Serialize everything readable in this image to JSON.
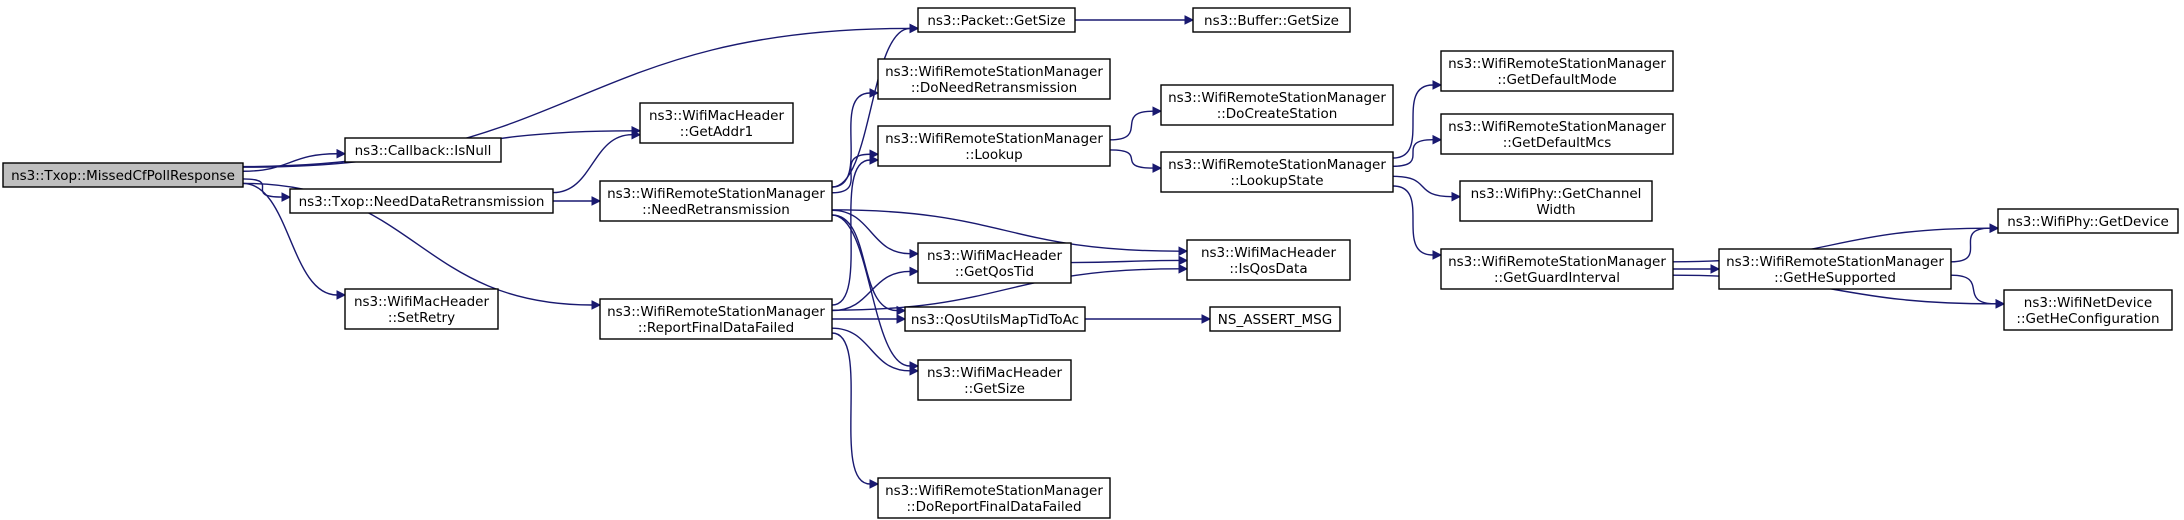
{
  "nodes": [
    {
      "id": "missed",
      "lines": [
        "ns3::Txop::MissedCfPollResponse"
      ],
      "root": true
    },
    {
      "id": "getsize",
      "lines": [
        "ns3::Packet::GetSize"
      ]
    },
    {
      "id": "bufsize",
      "lines": [
        "ns3::Buffer::GetSize"
      ]
    },
    {
      "id": "addr1",
      "lines": [
        "ns3::WifiMacHeader",
        "::GetAddr1"
      ]
    },
    {
      "id": "isnull",
      "lines": [
        "ns3::Callback::IsNull"
      ]
    },
    {
      "id": "needdata",
      "lines": [
        "ns3::Txop::NeedDataRetransmission"
      ]
    },
    {
      "id": "setretry",
      "lines": [
        "ns3::WifiMacHeader",
        "::SetRetry"
      ]
    },
    {
      "id": "needretr",
      "lines": [
        "ns3::WifiRemoteStationManager",
        "::NeedRetransmission"
      ]
    },
    {
      "id": "reportfdf",
      "lines": [
        "ns3::WifiRemoteStationManager",
        "::ReportFinalDataFailed"
      ]
    },
    {
      "id": "doneed",
      "lines": [
        "ns3::WifiRemoteStationManager",
        "::DoNeedRetransmission"
      ]
    },
    {
      "id": "lookup",
      "lines": [
        "ns3::WifiRemoteStationManager",
        "::Lookup"
      ]
    },
    {
      "id": "qostid",
      "lines": [
        "ns3::WifiMacHeader",
        "::GetQosTid"
      ]
    },
    {
      "id": "qosmap",
      "lines": [
        "ns3::QosUtilsMapTidToAc"
      ]
    },
    {
      "id": "hdrsize",
      "lines": [
        "ns3::WifiMacHeader",
        "::GetSize"
      ]
    },
    {
      "id": "doreport",
      "lines": [
        "ns3::WifiRemoteStationManager",
        "::DoReportFinalDataFailed"
      ]
    },
    {
      "id": "docreate",
      "lines": [
        "ns3::WifiRemoteStationManager",
        "::DoCreateStation"
      ]
    },
    {
      "id": "lookupstate",
      "lines": [
        "ns3::WifiRemoteStationManager",
        "::LookupState"
      ]
    },
    {
      "id": "isqos",
      "lines": [
        "ns3::WifiMacHeader",
        "::IsQosData"
      ]
    },
    {
      "id": "assert",
      "lines": [
        "NS_ASSERT_MSG"
      ]
    },
    {
      "id": "defmode",
      "lines": [
        "ns3::WifiRemoteStationManager",
        "::GetDefaultMode"
      ]
    },
    {
      "id": "defmcs",
      "lines": [
        "ns3::WifiRemoteStationManager",
        "::GetDefaultMcs"
      ]
    },
    {
      "id": "chanwidth",
      "lines": [
        "ns3::WifiPhy::GetChannel",
        "Width"
      ]
    },
    {
      "id": "guard",
      "lines": [
        "ns3::WifiRemoteStationManager",
        "::GetGuardInterval"
      ]
    },
    {
      "id": "hesup",
      "lines": [
        "ns3::WifiRemoteStationManager",
        "::GetHeSupported"
      ]
    },
    {
      "id": "getdevice",
      "lines": [
        "ns3::WifiPhy::GetDevice"
      ]
    },
    {
      "id": "heconf",
      "lines": [
        "ns3::WifiNetDevice",
        "::GetHeConfiguration"
      ]
    }
  ],
  "edges": [
    [
      "missed",
      "getsize"
    ],
    [
      "missed",
      "addr1"
    ],
    [
      "missed",
      "isnull"
    ],
    [
      "missed",
      "needdata"
    ],
    [
      "missed",
      "setretry"
    ],
    [
      "missed",
      "reportfdf"
    ],
    [
      "getsize",
      "bufsize"
    ],
    [
      "needdata",
      "addr1"
    ],
    [
      "needdata",
      "needretr"
    ],
    [
      "needretr",
      "getsize"
    ],
    [
      "needretr",
      "doneed"
    ],
    [
      "needretr",
      "lookup"
    ],
    [
      "needretr",
      "qostid"
    ],
    [
      "needretr",
      "qosmap"
    ],
    [
      "needretr",
      "hdrsize"
    ],
    [
      "needretr",
      "isqos"
    ],
    [
      "reportfdf",
      "lookup"
    ],
    [
      "reportfdf",
      "qostid"
    ],
    [
      "reportfdf",
      "qosmap"
    ],
    [
      "reportfdf",
      "hdrsize"
    ],
    [
      "reportfdf",
      "isqos"
    ],
    [
      "reportfdf",
      "doreport"
    ],
    [
      "lookup",
      "docreate"
    ],
    [
      "lookup",
      "lookupstate"
    ],
    [
      "lookupstate",
      "defmode"
    ],
    [
      "lookupstate",
      "defmcs"
    ],
    [
      "lookupstate",
      "chanwidth"
    ],
    [
      "lookupstate",
      "guard"
    ],
    [
      "qostid",
      "isqos"
    ],
    [
      "qosmap",
      "assert"
    ],
    [
      "guard",
      "getdevice"
    ],
    [
      "guard",
      "hesup"
    ],
    [
      "guard",
      "heconf"
    ],
    [
      "hesup",
      "getdevice"
    ],
    [
      "hesup",
      "heconf"
    ]
  ],
  "colors": {
    "edge": "#191970",
    "root_fill": "#bfbfbf",
    "node_fill": "#ffffff",
    "border": "#000000"
  }
}
